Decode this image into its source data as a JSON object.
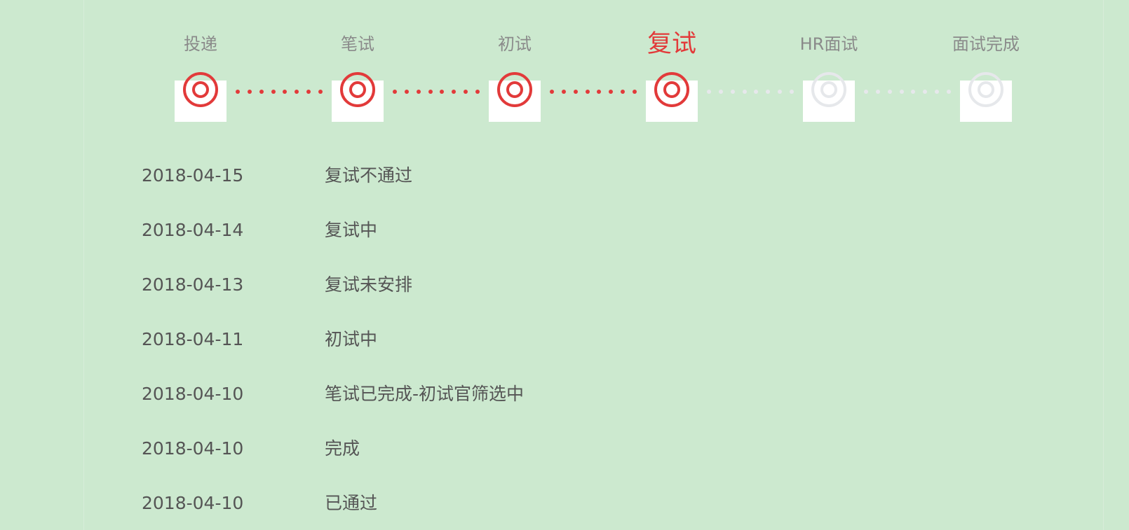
{
  "progress": {
    "steps": [
      {
        "label": "投递",
        "state": "done"
      },
      {
        "label": "笔试",
        "state": "done"
      },
      {
        "label": "初试",
        "state": "done"
      },
      {
        "label": "复试",
        "state": "active"
      },
      {
        "label": "HR面试",
        "state": "todo"
      },
      {
        "label": "面试完成",
        "state": "todo"
      }
    ]
  },
  "records": [
    {
      "date": "2018-04-15",
      "status": "复试不通过"
    },
    {
      "date": "2018-04-14",
      "status": "复试中"
    },
    {
      "date": "2018-04-13",
      "status": "复试未安排"
    },
    {
      "date": "2018-04-11",
      "status": "初试中"
    },
    {
      "date": "2018-04-10",
      "status": "笔试已完成-初试官筛选中"
    },
    {
      "date": "2018-04-10",
      "status": "完成"
    },
    {
      "date": "2018-04-10",
      "status": "已通过"
    }
  ],
  "colors": {
    "background": "#cce9cf",
    "accent": "#e23a3a",
    "inactive": "#e6e8eb",
    "label": "#8a8a8a",
    "text": "#555555"
  },
  "icons": {
    "step_done": "target-icon",
    "step_todo": "target-icon-inactive"
  }
}
